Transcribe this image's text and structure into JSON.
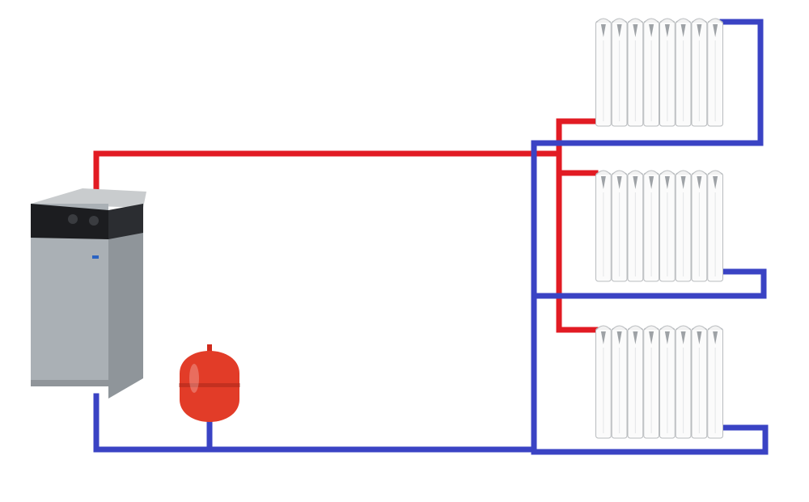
{
  "colors": {
    "supply": "#e21b23",
    "return": "#3a43c4",
    "boiler_body": "#aab0b5",
    "boiler_top": "#c9ccce",
    "boiler_panel": "#1c1d20",
    "boiler_knob": "#3a3c40",
    "boiler_badge": "#2b63c2",
    "tank": "#e23c28",
    "tank_cap": "#d02a1c",
    "radiator_fill": "#fbfbfb",
    "radiator_line": "#b9bcbf"
  },
  "icons": {
    "boiler": "boiler-icon",
    "expansion_tank": "expansion-tank-icon",
    "radiator": "radiator-icon"
  },
  "radiators": [
    {
      "position": "top",
      "sections": 8
    },
    {
      "position": "middle",
      "sections": 8
    },
    {
      "position": "bottom",
      "sections": 8
    }
  ]
}
